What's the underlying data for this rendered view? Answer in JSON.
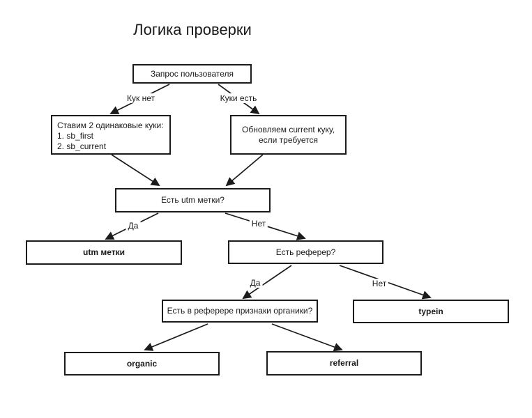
{
  "title": "Логика проверки",
  "colors": {
    "line": "#1b1b1b",
    "text": "#1a1a1a",
    "background": "#ffffff"
  },
  "nodes": {
    "request": {
      "label": "Запрос пользователя"
    },
    "set_cookies": {
      "line1": "Ставим 2 одинаковые куки:",
      "line2": "1. sb_first",
      "line3": "2. sb_current"
    },
    "update_cookie": {
      "line1": "Обновляем current куку,",
      "line2": "если требуется"
    },
    "utm_question": {
      "label": "Есть utm метки?"
    },
    "utm": {
      "label": "utm метки"
    },
    "referer_question": {
      "label": "Есть реферер?"
    },
    "organic_question": {
      "label": "Есть в реферере признаки органики?"
    },
    "typein": {
      "label": "typein"
    },
    "organic": {
      "label": "organic"
    },
    "referral": {
      "label": "referral"
    }
  },
  "edge_labels": {
    "no_cookies": "Кук нет",
    "has_cookies": "Куки есть",
    "utm_yes": "Да",
    "utm_no": "Нет",
    "referer_yes": "Да",
    "referer_no": "Нет"
  }
}
